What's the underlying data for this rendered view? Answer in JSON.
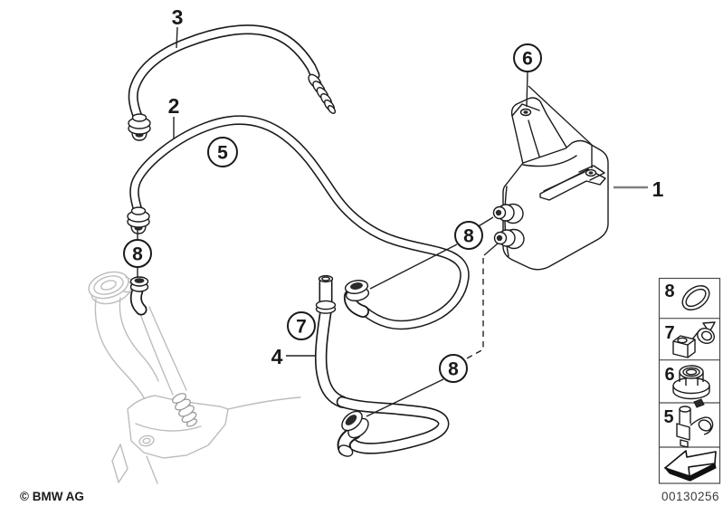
{
  "figure": {
    "type": "parts-diagram",
    "subject": "fuel tank ventilation lines with valve unit and filler neck (ghosted)",
    "background": "#ffffff",
    "line_color": "#1a1a1a",
    "ghost_line_color": "#bdbdbd"
  },
  "callout_labels": {
    "n1": "1",
    "n2": "2",
    "n3": "3",
    "n4": "4"
  },
  "callout_circles": {
    "c5": "5",
    "c6": "6",
    "c7": "7",
    "c8a": "8",
    "c8b": "8",
    "c8c": "8"
  },
  "legend": {
    "rows": [
      {
        "number": "8",
        "icon": "o-ring-icon"
      },
      {
        "number": "7",
        "icon": "clip-holder-icon"
      },
      {
        "number": "6",
        "icon": "flange-nut-icon"
      },
      {
        "number": "5",
        "icon": "bracket-holder-icon"
      }
    ],
    "arrow_icon": "direction-of-travel-arrow-icon"
  },
  "footer": {
    "copyright": "© BMW AG",
    "image_number": "00130256"
  }
}
